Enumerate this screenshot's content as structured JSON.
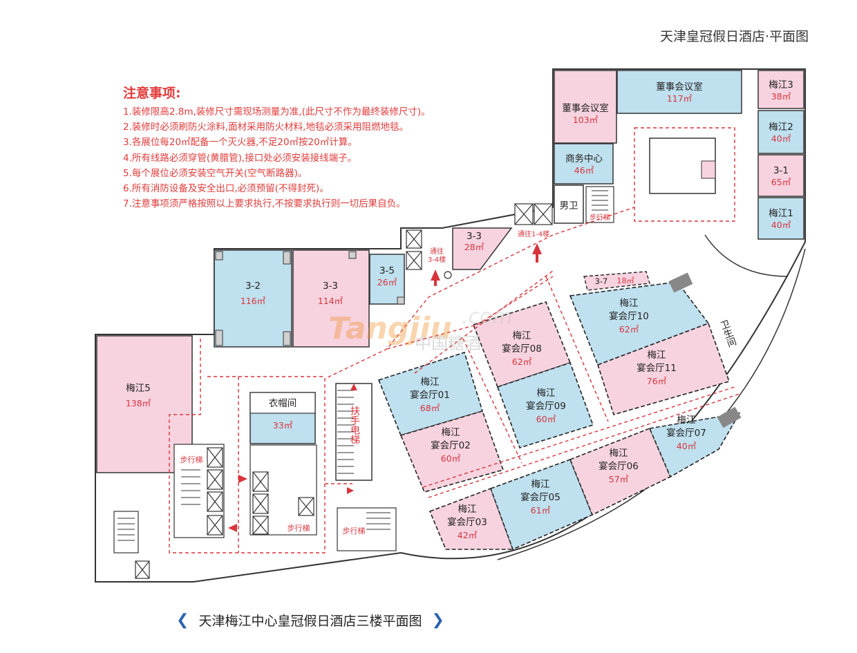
{
  "header": {
    "title": "天津皇冠假日酒店·平面图"
  },
  "notes": {
    "title": "注意事项:",
    "items": [
      "1.装修限高2.8m,装修尺寸需现场测量为准,(此尺寸不作为最终装修尺寸)。",
      "2.装修时必须刷防火涂料,面材采用防火材料,地毯必须采用阻燃地毯。",
      "3.各展位每20㎡配备一个灭火器,不足20㎡按20㎡计算。",
      "4.所有线路必须穿管(黄腊管),接口处必须安装接线端子。",
      "5.每个展位必须安装空气开关(空气断路器)。",
      "6.所有消防设备及安全出口,必须预留(不得封死)。",
      "7.注意事项须严格按照以上要求执行,不按要求执行则一切后果自负。"
    ]
  },
  "colors": {
    "pink": "#f7d3e0",
    "blue": "#bfe0ee",
    "red": "#d8343c",
    "navy": "#2b62b0"
  },
  "rooms": {
    "dongshi1": {
      "name": "董事会议室",
      "area": "117㎡"
    },
    "dongshi2": {
      "name": "董事会议室",
      "area": "103㎡"
    },
    "meijiang3": {
      "name": "梅江3",
      "area": "38㎡"
    },
    "meijiang2": {
      "name": "梅江2",
      "area": "40㎡"
    },
    "r31": {
      "name": "3-1",
      "area": "65㎡"
    },
    "meijiang1": {
      "name": "梅江1",
      "area": "40㎡"
    },
    "business": {
      "name": "商务中心",
      "area": "46㎡"
    },
    "r32": {
      "name": "3-2",
      "area": "116㎡"
    },
    "r33big": {
      "name": "3-3",
      "area": "114㎡"
    },
    "r35": {
      "name": "3-5",
      "area": "26㎡"
    },
    "r33small": {
      "name": "3-3",
      "area": "28㎡"
    },
    "r37": {
      "name": "3-7",
      "area": "18㎡"
    },
    "meijiang5": {
      "name": "梅江5",
      "area": "138㎡"
    },
    "cloak": {
      "name": "衣帽间",
      "area": "33㎡"
    },
    "h01": {
      "name1": "梅江",
      "name2": "宴会厅01",
      "area": "68㎡"
    },
    "h02": {
      "name1": "梅江",
      "name2": "宴会厅02",
      "area": "60㎡"
    },
    "h03": {
      "name1": "梅江",
      "name2": "宴会厅03",
      "area": "42㎡"
    },
    "h05": {
      "name1": "梅江",
      "name2": "宴会厅05",
      "area": "61㎡"
    },
    "h06": {
      "name1": "梅江",
      "name2": "宴会厅06",
      "area": "57㎡"
    },
    "h07": {
      "name1": "梅江",
      "name2": "宴会厅07",
      "area": "40㎡"
    },
    "h08": {
      "name1": "梅江",
      "name2": "宴会厅08",
      "area": "62㎡"
    },
    "h09": {
      "name1": "梅江",
      "name2": "宴会厅09",
      "area": "60㎡"
    },
    "h10": {
      "name1": "梅江",
      "name2": "宴会厅10",
      "area": "62㎡"
    },
    "h11": {
      "name1": "梅江",
      "name2": "宴会厅11",
      "area": "76㎡"
    }
  },
  "labels": {
    "men_wc": "男卫",
    "wc": "卫生间",
    "stair": "步行梯",
    "to14": "通往1-4楼",
    "to34_1": "通往",
    "to34_2": "3-4楼",
    "escalator": "扶手电梯"
  },
  "watermark": {
    "brand": "Tangjiu",
    "domain": ".com",
    "cn": "中国糖酒"
  },
  "footer": {
    "title": "天津梅江中心皇冠假日酒店三楼平面图",
    "left_chevron": "❮",
    "right_chevron": "❯"
  }
}
